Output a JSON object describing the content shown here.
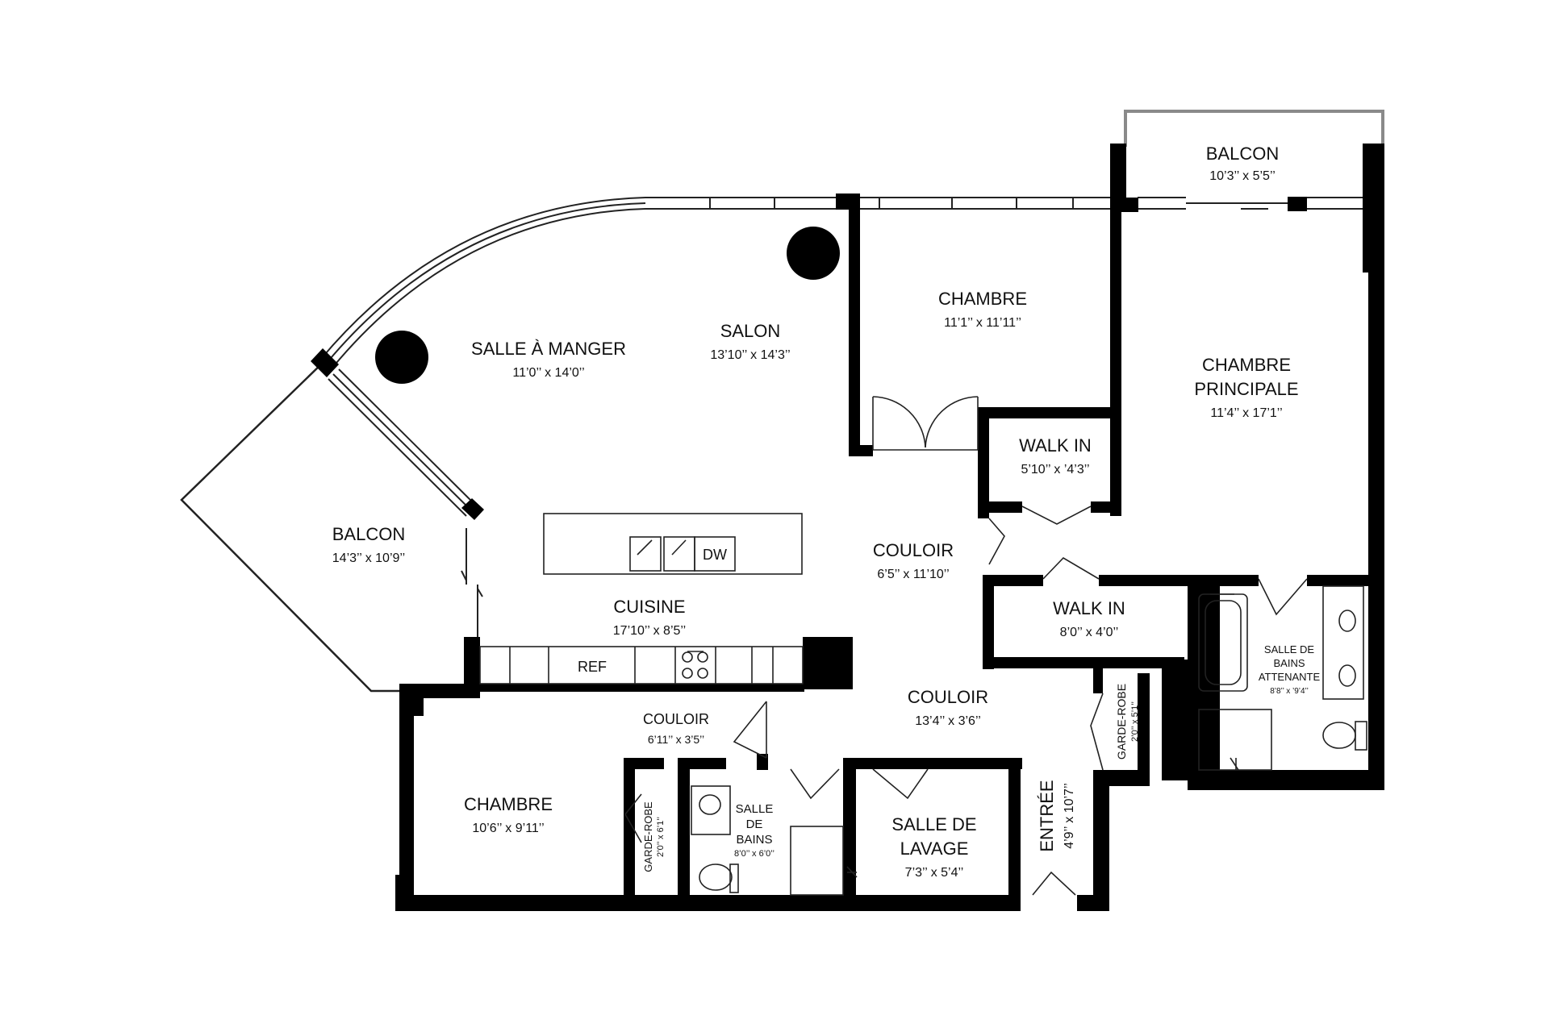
{
  "colors": {
    "wall": "#000000",
    "line": "#000000",
    "rail": "#8a8a8a",
    "background": "#ffffff"
  },
  "rooms": {
    "balcon_top": {
      "name": "BALCON",
      "dims": "10’3’’ x 5’5’’"
    },
    "chambre_1": {
      "name": "CHAMBRE",
      "dims": "11’1’’ x 11’11’’"
    },
    "chambre_principale": {
      "name_line1": "CHAMBRE",
      "name_line2": "PRINCIPALE",
      "dims": "11’4’’ x 17’1’’"
    },
    "salon": {
      "name": "SALON",
      "dims": "13’10’’ x 14’3’’"
    },
    "salle_a_manger": {
      "name": "SALLE À MANGER",
      "dims": "11’0’’ x 14’0’’"
    },
    "balcon_left": {
      "name": "BALCON",
      "dims": "14’3’’ x 10’9’’"
    },
    "walk_in_1": {
      "name": "WALK IN",
      "dims": "5’10’’ x ’4’3’’"
    },
    "couloir_1": {
      "name": "COULOIR",
      "dims": "6’5’’ x 11’10’’"
    },
    "walk_in_2": {
      "name": "WALK IN",
      "dims": "8’0’’ x 4’0’’"
    },
    "cuisine": {
      "name": "CUISINE",
      "dims": "17’10’’ x 8’5’’"
    },
    "salle_bains_attenante": {
      "line1": "SALLE DE",
      "line2": "BAINS",
      "line3": "ATTENANTE",
      "dims": "8’8’’ x ’9’4’’"
    },
    "couloir_2": {
      "name": "COULOIR",
      "dims": "13’4’’ x 3’6’’"
    },
    "couloir_3": {
      "name": "COULOIR",
      "dims": "6’11’’ x 3’5’’"
    },
    "garde_robe_1": {
      "name": "GARDE-ROBE",
      "dims": "2’0’’ x 5’1’’"
    },
    "chambre_2": {
      "name": "CHAMBRE",
      "dims": "10’6’’ x 9’11’’"
    },
    "salle_bains": {
      "line1": "SALLE",
      "line2": "DE",
      "line3": "BAINS",
      "dims": "8’0’’ x 6’0’’"
    },
    "salle_lavage": {
      "line1": "SALLE DE",
      "line2": "LAVAGE",
      "dims": "7’3’’ x 5’4’’"
    },
    "entree": {
      "name": "ENTRÉE",
      "dims": "4’9’’ x 10’7’’"
    },
    "garde_robe_2": {
      "name": "GARDE-ROBE",
      "dims": "2’0’’ x 6’1’’"
    }
  },
  "fixtures": {
    "dishwasher": "DW",
    "fridge": "REF"
  }
}
